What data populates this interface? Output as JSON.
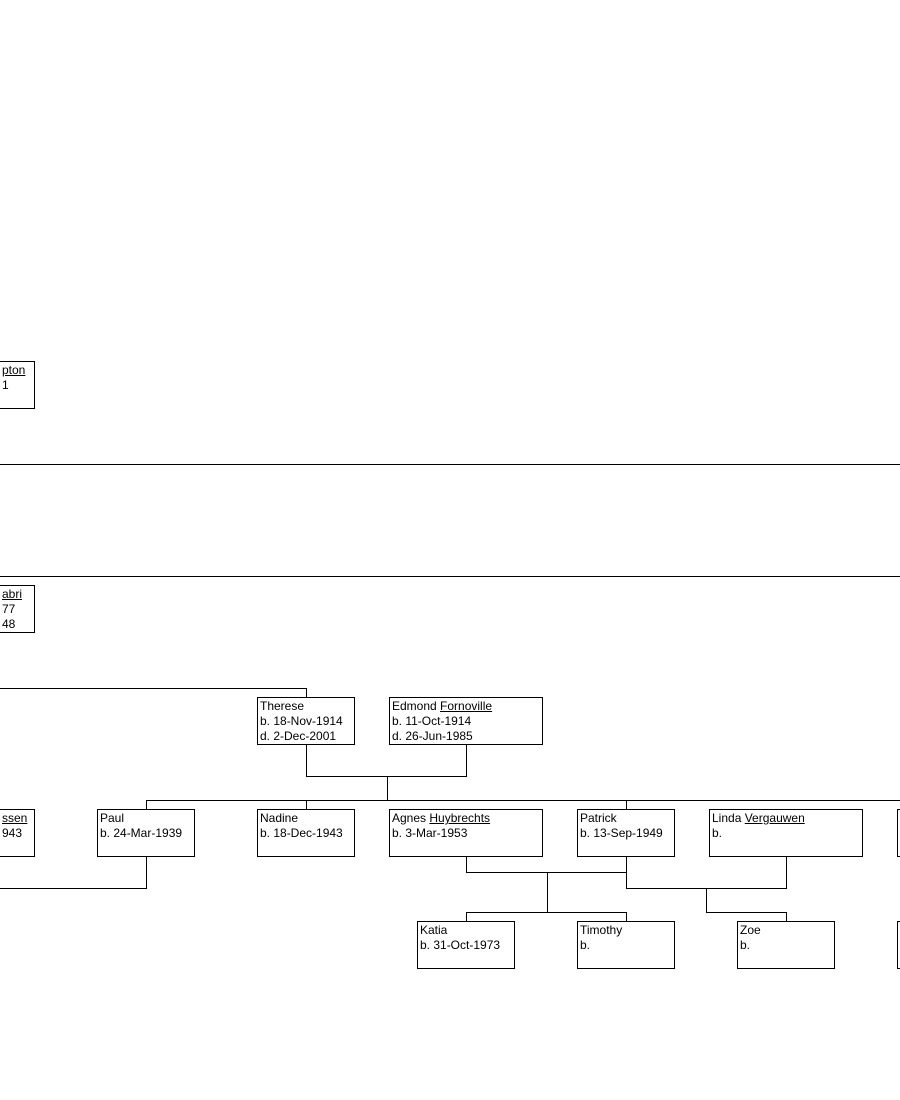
{
  "chart_colors": {
    "line": "#000000",
    "box_border": "#000000",
    "box_fill": "#ffffff",
    "background": "#ffffff"
  },
  "people": {
    "p_left1": {
      "given": "",
      "surname": "pton",
      "lines": [
        "1"
      ]
    },
    "p_left2": {
      "given": "",
      "surname": "abri",
      "lines": [
        "77",
        "48"
      ]
    },
    "therese": {
      "given": "Therese",
      "surname": "",
      "lines": [
        "b. 18-Nov-1914",
        "d. 2-Dec-2001"
      ]
    },
    "edmond": {
      "given": "Edmond ",
      "surname": "Fornoville",
      "lines": [
        "b. 11-Oct-1914",
        "d. 26-Jun-1985"
      ]
    },
    "p_left3": {
      "given": "",
      "surname": "ssen",
      "lines": [
        "943"
      ]
    },
    "paul": {
      "given": "Paul",
      "surname": "",
      "lines": [
        "b. 24-Mar-1939"
      ]
    },
    "nadine": {
      "given": "Nadine",
      "surname": "",
      "lines": [
        "b. 18-Dec-1943"
      ]
    },
    "agnes": {
      "given": "Agnes ",
      "surname": "Huybrechts",
      "lines": [
        "b. 3-Mar-1953"
      ]
    },
    "patrick": {
      "given": "Patrick",
      "surname": "",
      "lines": [
        "b. 13-Sep-1949"
      ]
    },
    "linda": {
      "given": "Linda ",
      "surname": "Vergauwen",
      "lines": [
        "b."
      ]
    },
    "p_right1": {
      "given": "",
      "surname": "",
      "lines": []
    },
    "katia": {
      "given": "Katia",
      "surname": "",
      "lines": [
        "b. 31-Oct-1973"
      ]
    },
    "timothy": {
      "given": "Timothy",
      "surname": "",
      "lines": [
        "b."
      ]
    },
    "zoe": {
      "given": "Zoe",
      "surname": "",
      "lines": [
        "b."
      ]
    },
    "p_right2": {
      "given": "",
      "surname": "",
      "lines": []
    }
  }
}
